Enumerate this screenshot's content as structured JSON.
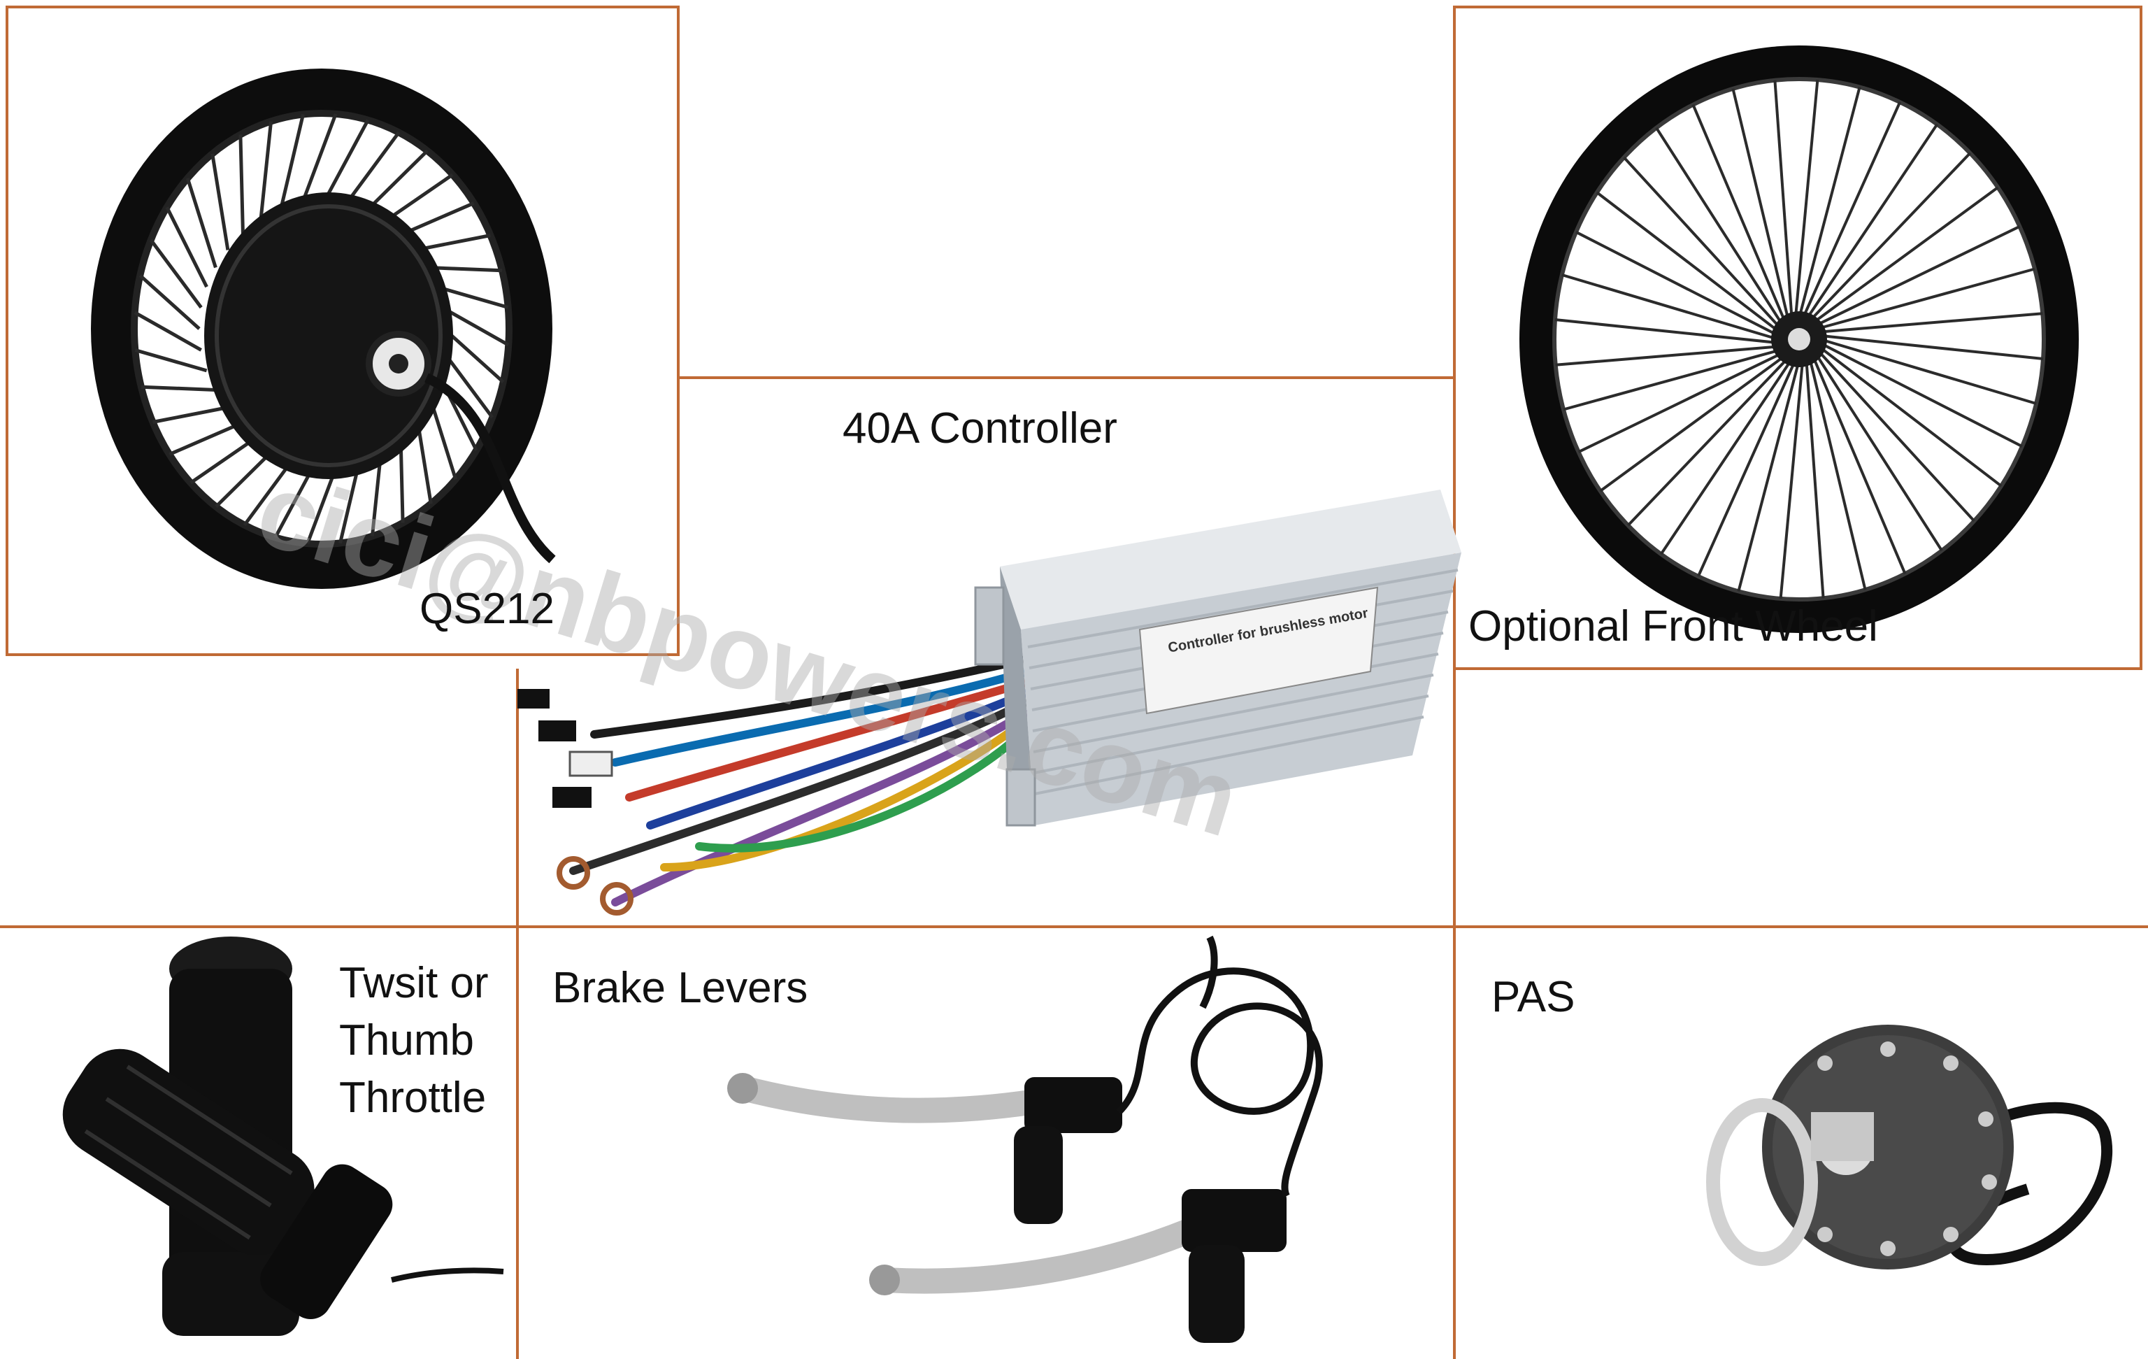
{
  "colors": {
    "panel_border": "#c06a35",
    "tire": "#101010",
    "spoke": "#262626",
    "controller_case": "#c7cdd3",
    "text": "#111111"
  },
  "labels": {
    "motor": "QS212",
    "controller": "40A Controller",
    "front_wheel": "Optional Front Wheel",
    "throttle_lines": [
      "Twsit or",
      "Thumb",
      "Throttle"
    ],
    "brake": "Brake Levers",
    "pas": "PAS",
    "controller_sticker": "Controller for brushless motor"
  },
  "watermark": "cici@nbpowers.com",
  "icons": [
    "hub-motor-wheel",
    "spoked-front-wheel",
    "controller-box",
    "throttle-grip",
    "brake-lever",
    "pas-sensor-disc"
  ]
}
